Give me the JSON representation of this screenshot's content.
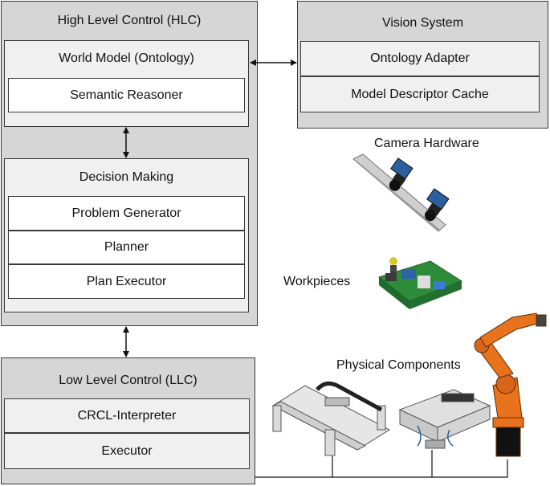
{
  "hlc": {
    "title": "High Level Control (HLC)",
    "world_model": {
      "title": "World Model (Ontology)",
      "items": [
        "Semantic Reasoner"
      ]
    },
    "decision_making": {
      "title": "Decision Making",
      "items": [
        "Problem Generator",
        "Planner",
        "Plan Executor"
      ]
    }
  },
  "vision": {
    "title": "Vision System",
    "items": [
      "Ontology Adapter",
      "Model Descriptor Cache"
    ]
  },
  "llc": {
    "title": "Low Level Control (LLC)",
    "items": [
      "CRCL-Interpreter",
      "Executor"
    ]
  },
  "labels": {
    "camera": "Camera Hardware",
    "workpieces": "Workpieces",
    "physical": "Physical Components"
  },
  "colors": {
    "panel": "#d6d6d6",
    "subpanel": "#f0f0f0",
    "robot_orange": "#e8731c"
  }
}
